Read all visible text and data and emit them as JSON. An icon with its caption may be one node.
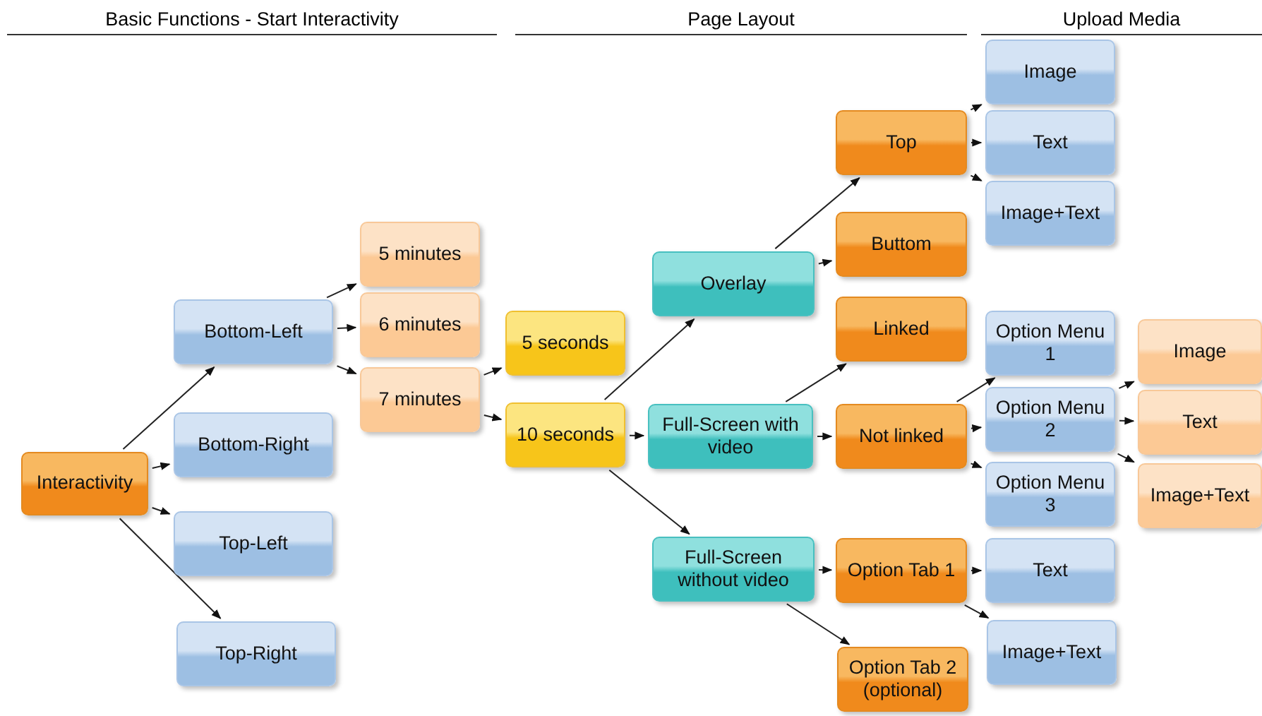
{
  "diagram": {
    "nodes": [
      {
        "text": [
          "Interactivity"
        ]
      },
      {
        "text": [
          "Bottom-Left"
        ]
      },
      {
        "text": [
          "Bottom-Right"
        ]
      },
      {
        "text": [
          "Top-Left"
        ]
      },
      {
        "text": [
          "Top-Right"
        ]
      },
      {
        "text": [
          "5 minutes"
        ]
      },
      {
        "text": [
          "6 minutes"
        ]
      },
      {
        "text": [
          "7 minutes"
        ]
      },
      {
        "text": [
          "5 seconds"
        ]
      },
      {
        "text": [
          "10 seconds"
        ]
      },
      {
        "text": [
          "Overlay"
        ]
      },
      {
        "text": [
          "Full-Screen with video"
        ]
      },
      {
        "text": [
          "Full-Screen without video"
        ]
      },
      {
        "text": [
          "Top"
        ]
      },
      {
        "text": [
          "Buttom"
        ]
      },
      {
        "text": [
          "Linked"
        ]
      },
      {
        "text": [
          "Not linked"
        ]
      },
      {
        "text": [
          "Option Tab 1"
        ]
      },
      {
        "text": [
          "Option Tab 2 (optional)"
        ]
      },
      {
        "text": [
          "Image"
        ]
      },
      {
        "text": [
          "Text"
        ]
      },
      {
        "text": [
          "Image+Text"
        ]
      },
      {
        "text": [
          "Option Menu 1"
        ]
      },
      {
        "text": [
          "Option Menu 2"
        ]
      },
      {
        "text": [
          "Option Menu 3"
        ]
      },
      {
        "text": [
          "Text"
        ]
      },
      {
        "text": [
          "Image+Text"
        ]
      },
      {
        "text": [
          "Image"
        ]
      },
      {
        "text": [
          "Text"
        ]
      },
      {
        "text": [
          "Image+Text"
        ]
      }
    ],
    "edges": [
      {
        "from": 0,
        "to": 1,
        "arrow": "to"
      },
      {
        "from": 0,
        "to": 2,
        "arrow": "to"
      },
      {
        "from": 0,
        "to": 3,
        "arrow": "to"
      },
      {
        "from": 0,
        "to": 4,
        "arrow": "to"
      },
      {
        "from": 1,
        "to": 5,
        "arrow": "to"
      },
      {
        "from": 1,
        "to": 6,
        "arrow": "to"
      },
      {
        "from": 1,
        "to": 7,
        "arrow": "to"
      },
      {
        "from": 7,
        "to": 8,
        "arrow": "to"
      },
      {
        "from": 7,
        "to": 9,
        "arrow": "to"
      },
      {
        "from": 9,
        "to": 10,
        "arrow": "to"
      },
      {
        "from": 9,
        "to": 11,
        "arrow": "to"
      },
      {
        "from": 9,
        "to": 12,
        "arrow": "to"
      },
      {
        "from": 10,
        "to": 13,
        "arrow": "to"
      },
      {
        "from": 10,
        "to": 14,
        "arrow": "to"
      },
      {
        "from": 11,
        "to": 15,
        "arrow": "to"
      },
      {
        "from": 11,
        "to": 16,
        "arrow": "to"
      },
      {
        "from": 12,
        "to": 17,
        "arrow": "to"
      },
      {
        "from": 12,
        "to": 18,
        "arrow": "to"
      },
      {
        "from": 13,
        "to": 19,
        "arrow": "to"
      },
      {
        "from": 13,
        "to": 20,
        "arrow": "to"
      },
      {
        "from": 13,
        "to": 21,
        "arrow": "to"
      },
      {
        "from": 16,
        "to": 22,
        "arrow": "to"
      },
      {
        "from": 16,
        "to": 23,
        "arrow": "to"
      },
      {
        "from": 16,
        "to": 24,
        "arrow": "to"
      },
      {
        "from": 23,
        "to": 27,
        "arrow": "to"
      },
      {
        "from": 23,
        "to": 28,
        "arrow": "to"
      },
      {
        "from": 23,
        "to": 29,
        "arrow": "to"
      },
      {
        "from": 17,
        "to": 25,
        "arrow": "to"
      },
      {
        "from": 17,
        "to": 26,
        "arrow": "to"
      }
    ],
    "labels": [
      "Basic Functions - Start Interactivity",
      "Page Layout",
      "Upload Media"
    ]
  }
}
